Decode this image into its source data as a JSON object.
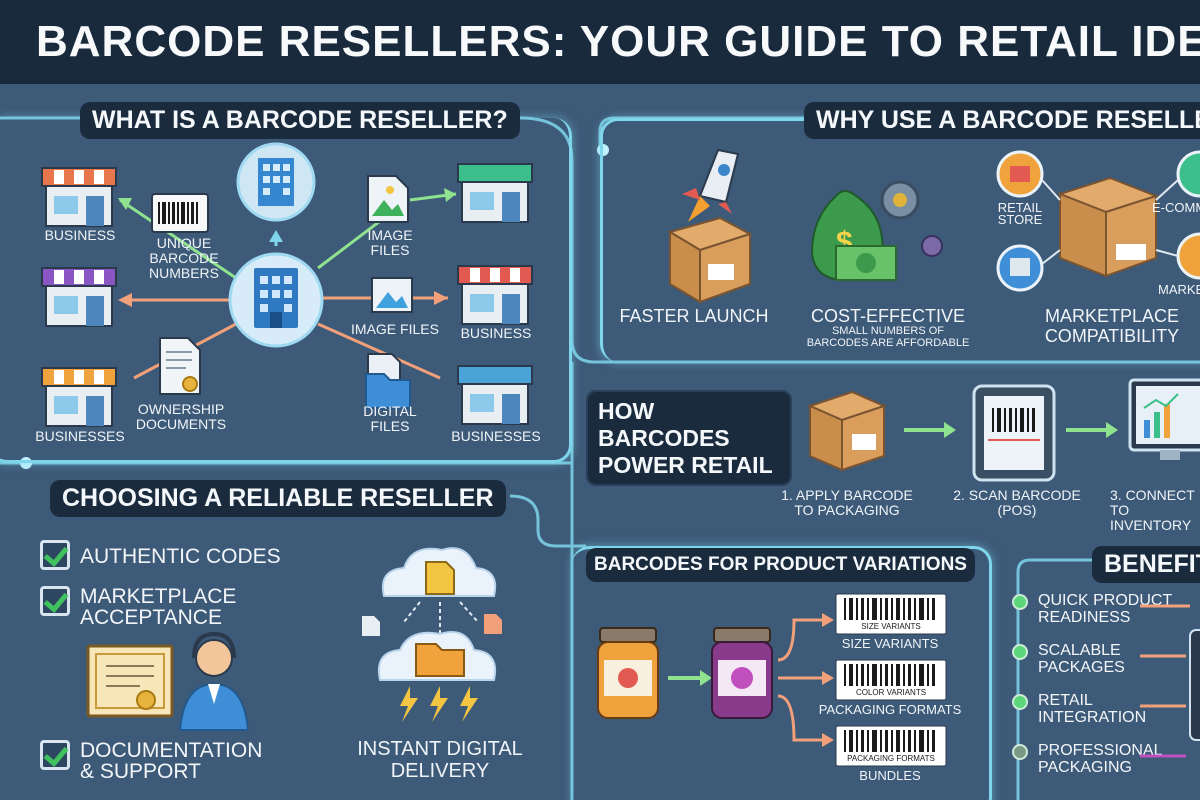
{
  "header": {
    "title": "BARCODE RESELLERS: YOUR GUIDE TO RETAIL IDENTITY"
  },
  "what_is": {
    "title": "WHAT IS A BARCODE RESELLER?",
    "business_1": "BUSINESS",
    "unique_codes": "UNIQUE\nBARCODE\nNUMBERS",
    "image_files_1": "IMAGE\nFILES",
    "image_files_2": "IMAGE FILES",
    "business_2": "BUSINESS",
    "ownership": "OWNERSHIP\nDOCUMENTS",
    "digital_files": "DIGITAL\nFILES",
    "businesses_1": "BUSINESSES",
    "businesses_2": "BUSINESSES"
  },
  "why_use": {
    "title": "WHY USE A BARCODE RESELLER?",
    "faster": "FASTER LAUNCH",
    "cost_title": "COST-EFFECTIVE",
    "cost_desc": "SMALL NUMBERS OF\nBARCODES ARE AFFORDABLE",
    "marketplace": "MARKETPLACE\nCOMPATIBILITY",
    "retail_store": "RETAIL\nSTORE",
    "ecommerce": "E-COMMERCE",
    "market": "MARKETPLACES"
  },
  "how": {
    "title": "HOW\nBARCODES\nPOWER RETAIL",
    "step1": "1. APPLY BARCODE\nTO PACKAGING",
    "step2": "2. SCAN BARCODE\n(POS)",
    "step3": "3. CONNECT TO\nINVENTORY"
  },
  "choosing": {
    "title": "CHOOSING A RELIABLE RESELLER",
    "items": [
      "AUTHENTIC CODES",
      "MARKETPLACE\nACCEPTANCE",
      "DOCUMENTATION\n& SUPPORT"
    ],
    "instant": "INSTANT DIGITAL\nDELIVERY"
  },
  "variations": {
    "title": "BARCODES FOR PRODUCT VARIATIONS",
    "labels": [
      "SIZE VARIANTS",
      "PACKAGING FORMATS",
      "BUNDLES"
    ],
    "tiny": [
      "SIZE VARIANTS",
      "COLOR VARIANTS",
      "PACKAGING FORMATS"
    ]
  },
  "benefits": {
    "title": "BENEFITS",
    "items": [
      "QUICK PRODUCT\nREADINESS",
      "SCALABLE\nPACKAGES",
      "RETAIL\nINTEGRATION",
      "PROFESSIONAL\nPACKAGING"
    ]
  },
  "colors": {
    "glow": "#7fd6ec",
    "bg": "#3d5a78",
    "dark": "#1b2b3e",
    "green": "#5cd67a",
    "orange": "#f0a060"
  }
}
